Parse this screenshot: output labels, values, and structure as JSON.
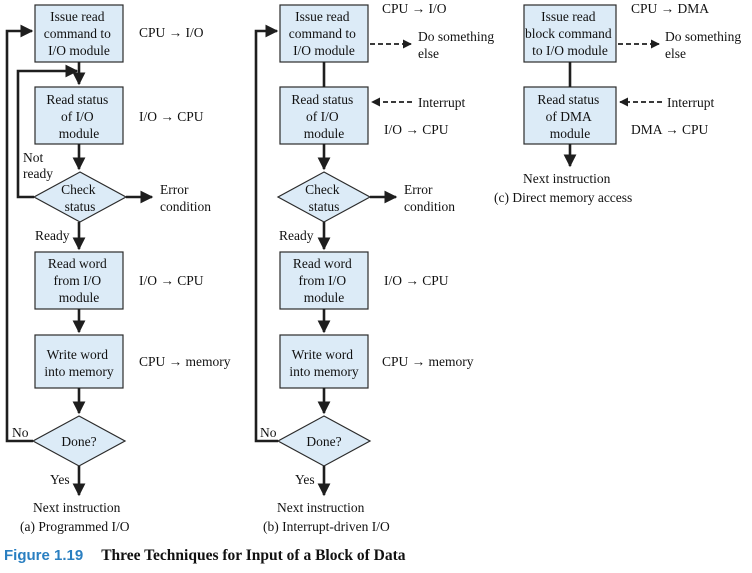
{
  "arrow": "→",
  "panel_a": {
    "issue_read": [
      "Issue read",
      "command to",
      "I/O module"
    ],
    "read_status": [
      "Read status",
      "of I/O",
      "module"
    ],
    "check_status": [
      "Check",
      "status"
    ],
    "read_word": [
      "Read word",
      "from I/O",
      "module"
    ],
    "write_word": [
      "Write word",
      "into memory"
    ],
    "done": "Done?",
    "flow_issue": "CPU → I/O",
    "flow_status": "I/O → CPU",
    "flow_read": "I/O → CPU",
    "flow_write": "CPU → memory",
    "not_ready": [
      "Not",
      "ready"
    ],
    "ready": "Ready",
    "error": [
      "Error",
      "condition"
    ],
    "no": "No",
    "yes": "Yes",
    "next": "Next instruction",
    "caption": "(a) Programmed I/O"
  },
  "panel_b": {
    "issue_read": [
      "Issue read",
      "command to",
      "I/O module"
    ],
    "read_status": [
      "Read status",
      "of I/O",
      "module"
    ],
    "check_status": [
      "Check",
      "status"
    ],
    "read_word": [
      "Read word",
      "from I/O",
      "module"
    ],
    "write_word": [
      "Write word",
      "into memory"
    ],
    "done": "Done?",
    "flow_issue": "CPU → I/O",
    "do_something": [
      "Do something",
      "else"
    ],
    "interrupt": "Interrupt",
    "flow_status": "I/O → CPU",
    "flow_read": "I/O → CPU",
    "flow_write": "CPU → memory",
    "ready": "Ready",
    "error": [
      "Error",
      "condition"
    ],
    "no": "No",
    "yes": "Yes",
    "next": "Next instruction",
    "caption": "(b) Interrupt-driven I/O"
  },
  "panel_c": {
    "issue_read": [
      "Issue read",
      "block command",
      "to I/O module"
    ],
    "read_status": [
      "Read status",
      "of DMA",
      "module"
    ],
    "flow_issue": "CPU → DMA",
    "do_something": [
      "Do something",
      "else"
    ],
    "interrupt": "Interrupt",
    "flow_status": "DMA → CPU",
    "next": "Next instruction",
    "caption": "(c) Direct memory access"
  },
  "figure": {
    "number": "Figure 1.19",
    "title": "Three Techniques for Input of a Block of Data"
  }
}
